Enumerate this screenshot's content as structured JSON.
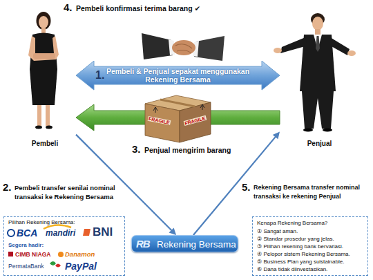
{
  "diagram": {
    "nodes": [
      {
        "text": [
          "Pembeli"
        ]
      },
      {
        "text": [
          "Penjual"
        ]
      },
      {
        "text": [
          "RB",
          "Rekening Bersama"
        ]
      },
      {
        "text": [
          "Pilihan Rekening Bersama:",
          "BCA",
          "mandiri",
          "BNI",
          "Segera hadir:",
          "CIMB NIAGA",
          "Danamon",
          "PermataBank",
          "PayPal"
        ]
      },
      {
        "text": [
          "Kenapa Rekening Bersama?",
          "① Sangat aman.",
          "② Standar prosedur yang jelas.",
          "③ Pilihan rekening bank bervariasi.",
          "④ Pelopor sistem Rekening Bersama.",
          "⑤ Business Plan yang suistainable.",
          "⑥ Dana tidak diinvestasikan."
        ]
      }
    ],
    "edges": [
      {
        "from": 0,
        "to": 1,
        "arrow": "both",
        "label": "Pembeli & Penjual sepakat menggunakan Rekening Bersama"
      },
      {
        "from": 1,
        "to": 0,
        "arrow": "to"
      },
      {
        "from": 0,
        "to": 2,
        "arrow": "to"
      },
      {
        "from": 2,
        "to": 1,
        "arrow": "to"
      }
    ],
    "labels": [
      "4.",
      "Pembeli konfirmasi terima barang ✔",
      "1.",
      "FRAGILE",
      "FRAGILE",
      "3.",
      "Penjual mengirim barang",
      "2.",
      "Pembeli transfer senilai nominal transaksi ke Rekening Bersama",
      "5.",
      "Rekening Bersama transfer nominal transaksi ke rekening Penjual"
    ]
  }
}
